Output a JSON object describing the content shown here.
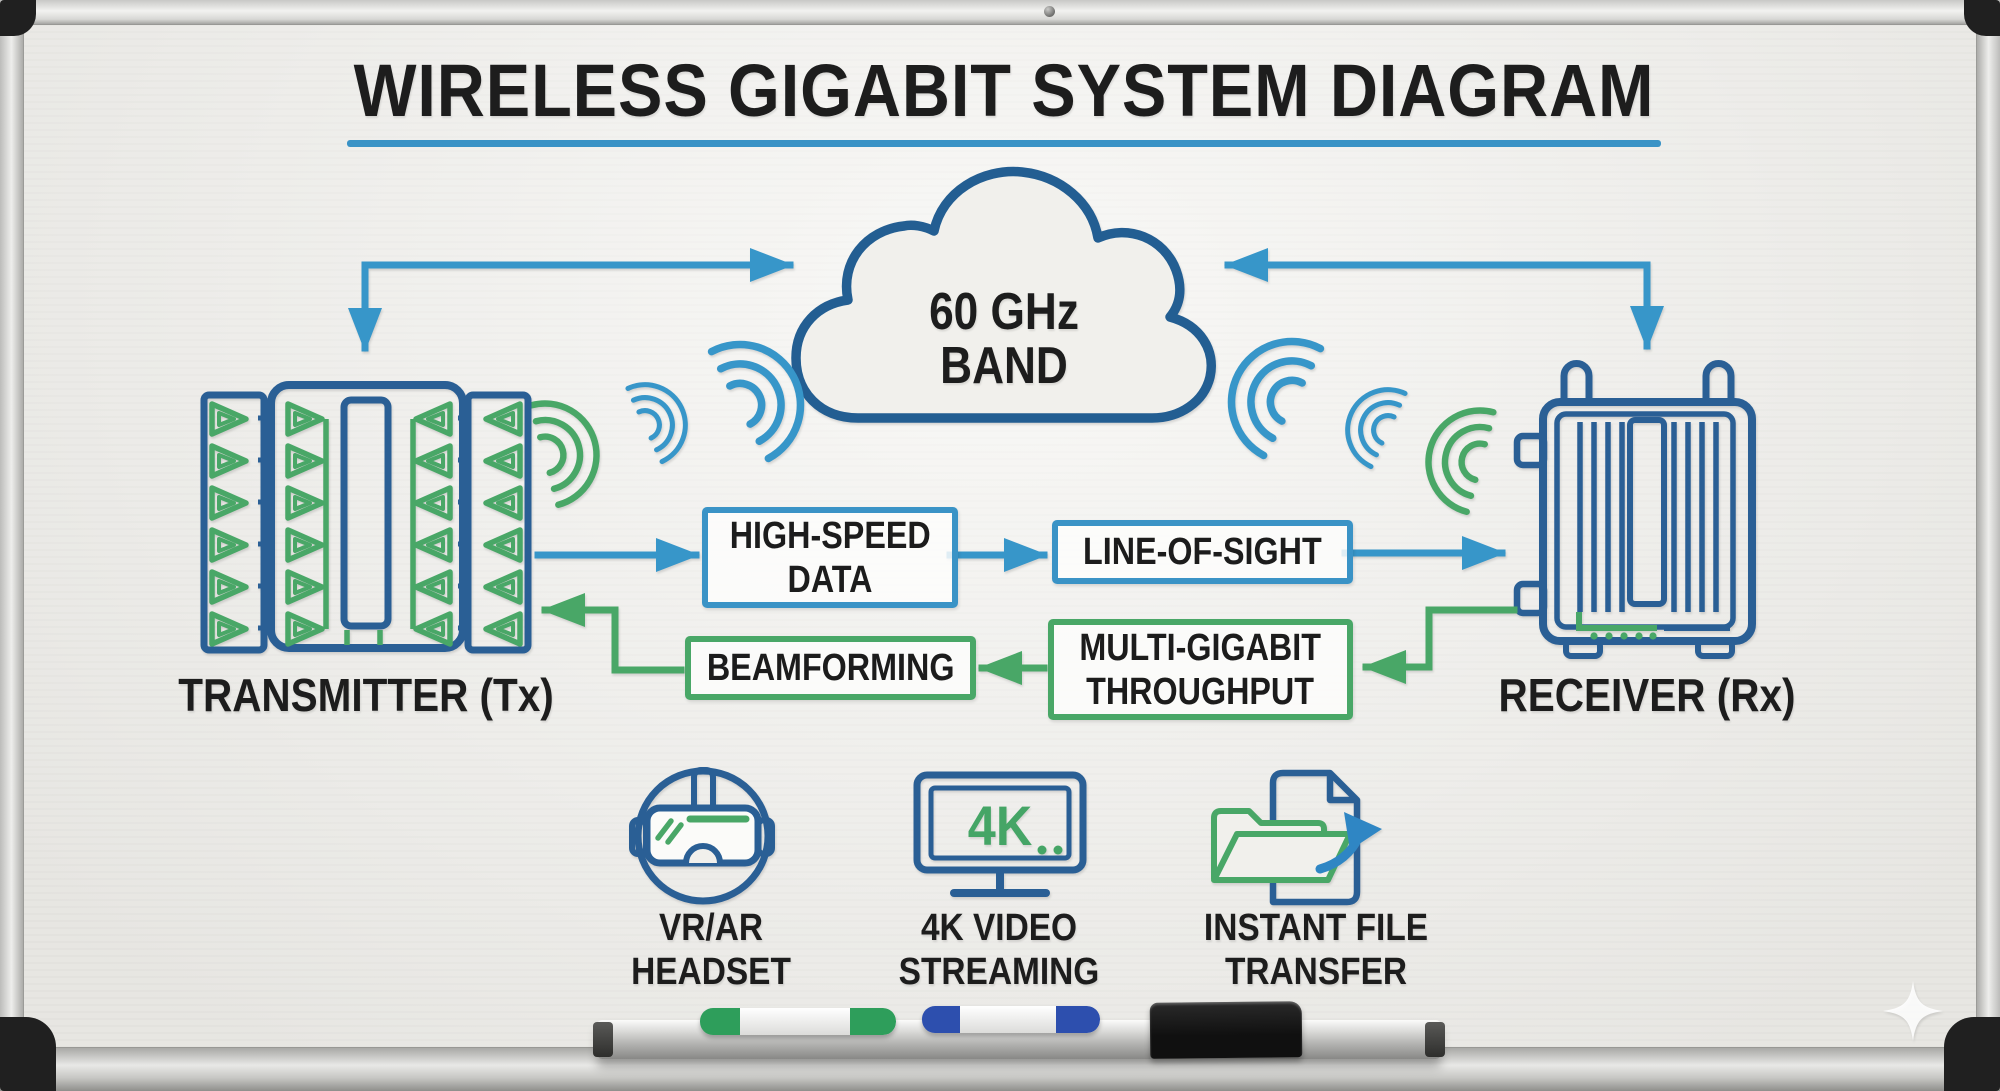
{
  "title": {
    "text": "WIRELESS GIGABIT SYSTEM DIAGRAM"
  },
  "cloud": {
    "icon": "cloud-icon",
    "lines": [
      "60 GHz",
      "BAND"
    ]
  },
  "devices": {
    "transmitter": {
      "label": "TRANSMITTER (Tx)",
      "icon": "phased-array-antenna-icon"
    },
    "receiver": {
      "label": "RECEIVER (Rx)",
      "icon": "receiver-unit-icon"
    }
  },
  "flow_boxes": [
    {
      "name": "high-speed-data",
      "accent": "blue",
      "lines": [
        "HIGH-SPEED",
        "DATA"
      ]
    },
    {
      "name": "line-of-sight",
      "accent": "blue",
      "lines": [
        "LINE-OF-SIGHT"
      ]
    },
    {
      "name": "beamforming",
      "accent": "green",
      "lines": [
        "BEAMFORMING"
      ]
    },
    {
      "name": "multi-gigabit-throughput",
      "accent": "green",
      "lines": [
        "MULTI-GIGABIT",
        "THROUGHPUT"
      ]
    }
  ],
  "use_cases": [
    {
      "name": "vr-ar-headset",
      "icon": "vr-headset-icon",
      "lines": [
        "VR/AR",
        "HEADSET"
      ]
    },
    {
      "name": "4k-video-streaming",
      "icon": "4k-monitor-icon",
      "screen_text": "4K",
      "lines": [
        "4K VIDEO",
        "STREAMING"
      ]
    },
    {
      "name": "instant-file-transfer",
      "icon": "file-transfer-icon",
      "lines": [
        "INSTANT FILE",
        "TRANSFER"
      ]
    }
  ],
  "colors": {
    "arrow_blue": "#3796c9",
    "device_blue": "#2a5f95",
    "cloud_blue": "#235e92",
    "green": "#49a767",
    "ink": "#1d1d1d",
    "underline": "#3a93c6",
    "board": "#f1f0ec",
    "marker_green": "#2e9e5b",
    "marker_blue": "#2d4fae"
  }
}
